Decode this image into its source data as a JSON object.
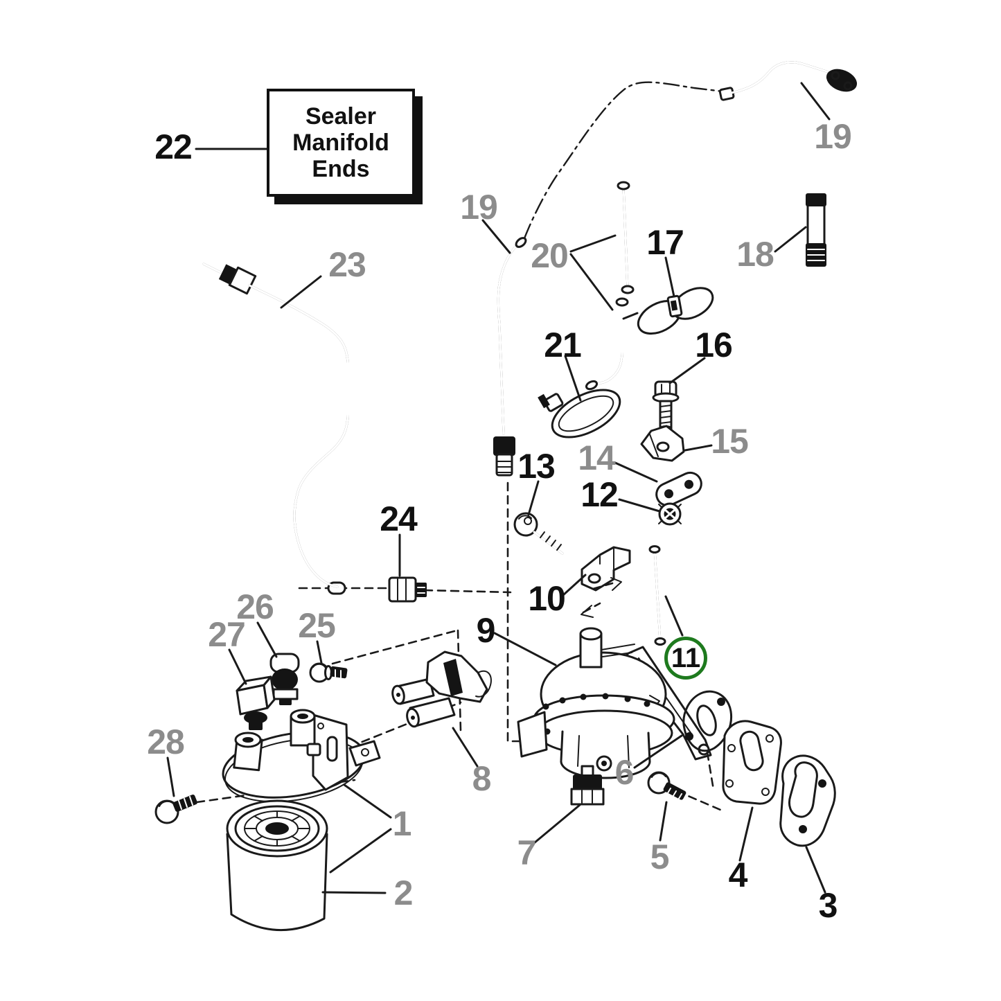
{
  "note_box": {
    "label": "22",
    "text": "Sealer\nManifold\nEnds"
  },
  "highlight": {
    "part": "11",
    "circle_color": "#1e7a1e"
  },
  "callouts": {
    "1": "1",
    "2": "2",
    "3": "3",
    "4": "4",
    "5": "5",
    "6": "6",
    "7": "7",
    "8": "8",
    "9": "9",
    "10": "10",
    "11": "11",
    "12": "12",
    "13": "13",
    "14": "14",
    "15": "15",
    "16": "16",
    "17": "17",
    "18": "18",
    "19": "19",
    "20": "20",
    "21": "21",
    "22": "22",
    "23": "23",
    "24": "24",
    "25": "25",
    "26": "26",
    "27": "27",
    "28": "28"
  },
  "colors": {
    "callout_black": "#111111",
    "callout_gray": "#8c8c8c",
    "line": "#1a1a1a",
    "background": "#ffffff"
  }
}
